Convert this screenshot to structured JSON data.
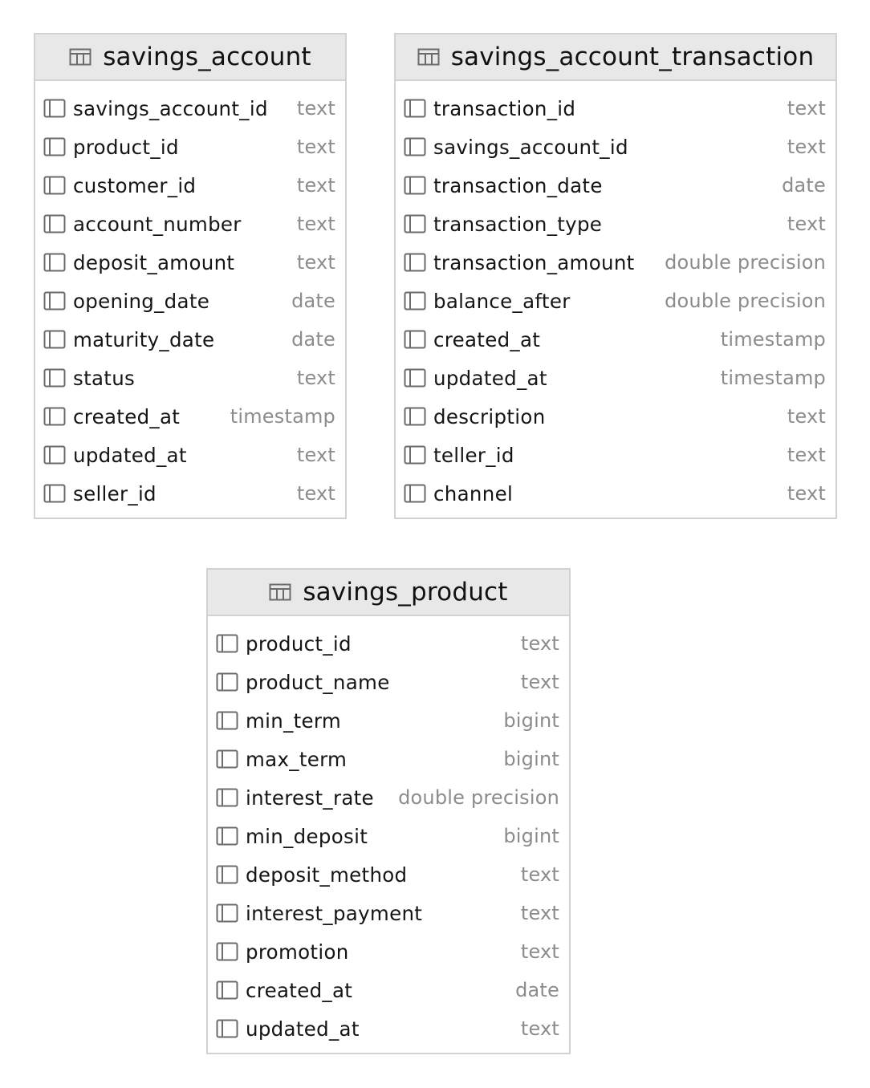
{
  "tables": [
    {
      "name": "savings_account",
      "icon": "table-icon",
      "columns": [
        {
          "name": "savings_account_id",
          "type": "text",
          "icon": "column-icon"
        },
        {
          "name": "product_id",
          "type": "text",
          "icon": "column-icon"
        },
        {
          "name": "customer_id",
          "type": "text",
          "icon": "column-icon"
        },
        {
          "name": "account_number",
          "type": "text",
          "icon": "column-icon"
        },
        {
          "name": "deposit_amount",
          "type": "text",
          "icon": "column-icon"
        },
        {
          "name": "opening_date",
          "type": "date",
          "icon": "column-icon"
        },
        {
          "name": "maturity_date",
          "type": "date",
          "icon": "column-icon"
        },
        {
          "name": "status",
          "type": "text",
          "icon": "column-icon"
        },
        {
          "name": "created_at",
          "type": "timestamp",
          "icon": "column-icon"
        },
        {
          "name": "updated_at",
          "type": "text",
          "icon": "column-icon"
        },
        {
          "name": "seller_id",
          "type": "text",
          "icon": "column-icon"
        }
      ]
    },
    {
      "name": "savings_account_transaction",
      "icon": "table-icon",
      "columns": [
        {
          "name": "transaction_id",
          "type": "text",
          "icon": "column-icon"
        },
        {
          "name": "savings_account_id",
          "type": "text",
          "icon": "column-icon"
        },
        {
          "name": "transaction_date",
          "type": "date",
          "icon": "column-icon"
        },
        {
          "name": "transaction_type",
          "type": "text",
          "icon": "column-icon"
        },
        {
          "name": "transaction_amount",
          "type": "double precision",
          "icon": "column-icon"
        },
        {
          "name": "balance_after",
          "type": "double precision",
          "icon": "column-icon"
        },
        {
          "name": "created_at",
          "type": "timestamp",
          "icon": "column-icon"
        },
        {
          "name": "updated_at",
          "type": "timestamp",
          "icon": "column-icon"
        },
        {
          "name": "description",
          "type": "text",
          "icon": "column-icon"
        },
        {
          "name": "teller_id",
          "type": "text",
          "icon": "column-icon"
        },
        {
          "name": "channel",
          "type": "text",
          "icon": "column-icon"
        }
      ]
    },
    {
      "name": "savings_product",
      "icon": "table-icon",
      "columns": [
        {
          "name": "product_id",
          "type": "text",
          "icon": "column-icon"
        },
        {
          "name": "product_name",
          "type": "text",
          "icon": "column-icon"
        },
        {
          "name": "min_term",
          "type": "bigint",
          "icon": "column-icon"
        },
        {
          "name": "max_term",
          "type": "bigint",
          "icon": "column-icon"
        },
        {
          "name": "interest_rate",
          "type": "double precision",
          "icon": "column-icon"
        },
        {
          "name": "min_deposit",
          "type": "bigint",
          "icon": "column-icon"
        },
        {
          "name": "deposit_method",
          "type": "text",
          "icon": "column-icon"
        },
        {
          "name": "interest_payment",
          "type": "text",
          "icon": "column-icon"
        },
        {
          "name": "promotion",
          "type": "text",
          "icon": "column-icon"
        },
        {
          "name": "created_at",
          "type": "date",
          "icon": "column-icon"
        },
        {
          "name": "updated_at",
          "type": "text",
          "icon": "column-icon"
        }
      ]
    }
  ],
  "colors": {
    "header_bg": "#e8e8e8",
    "border": "#d2d2d2",
    "type_text": "#8c8c8c",
    "name_text": "#151515"
  }
}
